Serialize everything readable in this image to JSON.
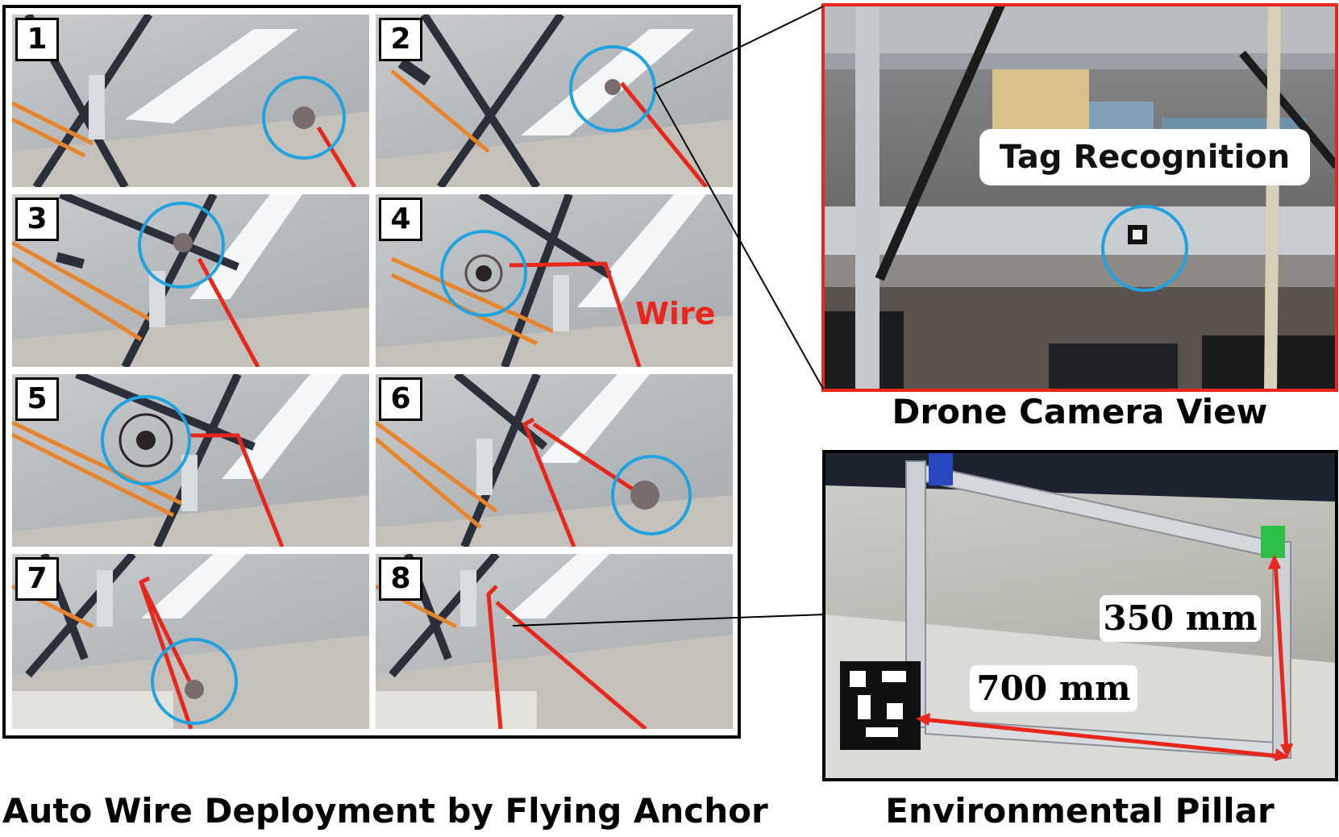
{
  "panels": [
    {
      "number": "1"
    },
    {
      "number": "2"
    },
    {
      "number": "3"
    },
    {
      "number": "4"
    },
    {
      "number": "5"
    },
    {
      "number": "6"
    },
    {
      "number": "7"
    },
    {
      "number": "8"
    }
  ],
  "wire_label": "Wire",
  "camera_view": {
    "tag_label": "Tag Recognition",
    "caption": "Drone Camera View"
  },
  "pillar": {
    "dim_short": "350 mm",
    "dim_long": "700 mm",
    "caption": "Environmental Pillar"
  },
  "main_caption": "Auto Wire Deployment by Flying Anchor",
  "colors": {
    "wire": "#e8261c",
    "highlight_circle": "#1fa3e0",
    "camera_frame": "#e8261c",
    "frame": "#000000"
  }
}
